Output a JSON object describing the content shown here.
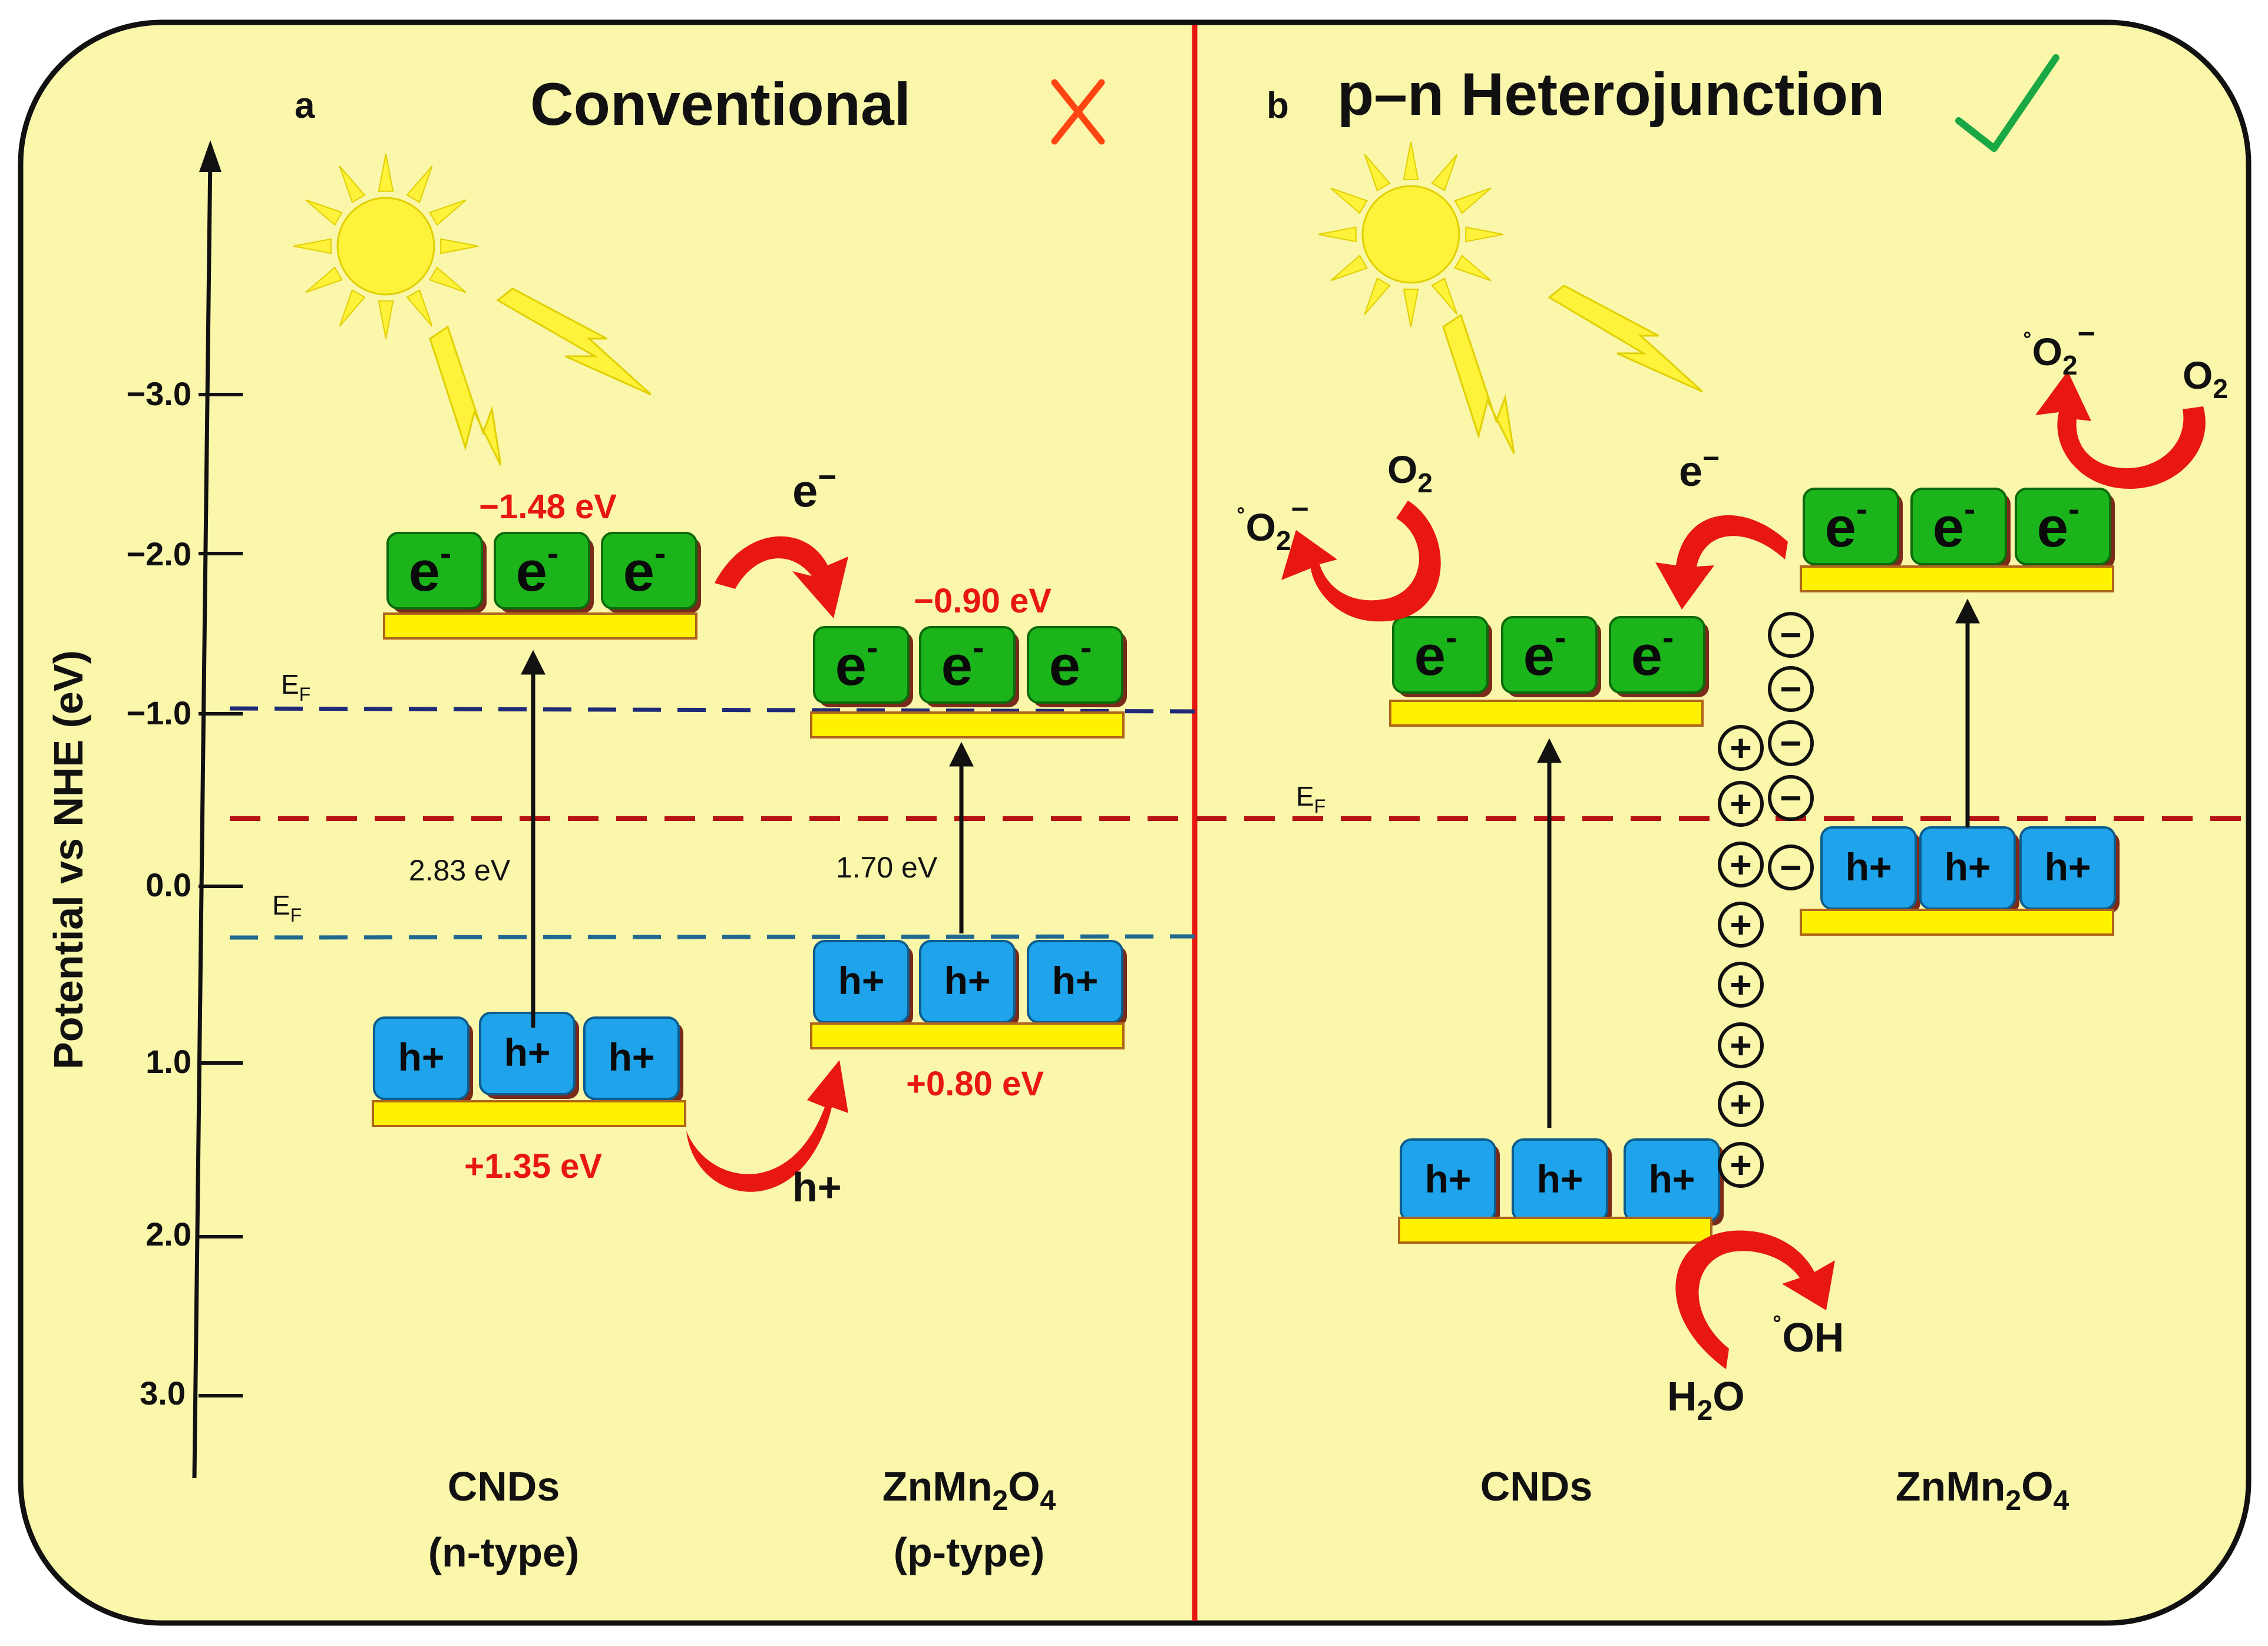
{
  "colors": {
    "background": "#faf6aa",
    "border": "#111111",
    "divider": "#e8170f",
    "electron_box": "#1bb51b",
    "hole_box": "#1fa3ea",
    "band_bar": "#fff200",
    "band_bar_edge": "#b0651a",
    "energy_label": "#e8170f",
    "fermi_navy": "#1f2a78",
    "fermi_teal": "#1f6890",
    "fermi_red": "#b51414",
    "flow_arrow": "#e8170f",
    "cross": "#ff4612",
    "check": "#1aa845"
  },
  "axis": {
    "label": "Potential vs NHE (eV)",
    "ticks": [
      "−3.0",
      "−2.0",
      "−1.0",
      "0.0",
      "1.0",
      "2.0",
      "3.0"
    ]
  },
  "panel_a": {
    "letter": "a",
    "title": "Conventional",
    "status_icon": "cross-icon",
    "cnd": {
      "cb_label": "−1.48 eV",
      "vb_label": "+1.35 eV",
      "gap_label": "2.83 eV",
      "name": "CNDs",
      "type": "(n-type)",
      "fermi": "E",
      "fermi_sub": "F"
    },
    "znmn": {
      "cb_label": "−0.90 eV",
      "vb_label": "+0.80 eV",
      "gap_label": "1.70 eV",
      "name_main": "ZnMn",
      "name_sub1": "2",
      "name_mid": "O",
      "name_sub2": "4",
      "type": "(p-type)",
      "fermi": "E",
      "fermi_sub": "F"
    },
    "electron_transfer": "e",
    "electron_sup": "−",
    "hole_transfer": "h+"
  },
  "panel_b": {
    "letter": "b",
    "title": "p–n Heterojunction",
    "status_icon": "check-icon",
    "fermi": "E",
    "fermi_sub": "F",
    "electron_transfer": "e",
    "electron_sup": "−",
    "left_name": "CNDs",
    "right_name_main": "ZnMn",
    "right_name_sub1": "2",
    "right_name_mid": "O",
    "right_name_sub2": "4",
    "o2_main": "O",
    "o2_sub": "2",
    "radical_dot": "˚",
    "superoxide_main": "O",
    "superoxide_sub": "2",
    "superoxide_sup": "−",
    "water_main": "H",
    "water_sub": "2",
    "water_end": "O",
    "hydroxyl": "OH",
    "plus_sign": "+",
    "minus_sign": "−"
  },
  "carriers": {
    "electron_main": "e",
    "electron_sup": "-",
    "hole": "h+"
  }
}
